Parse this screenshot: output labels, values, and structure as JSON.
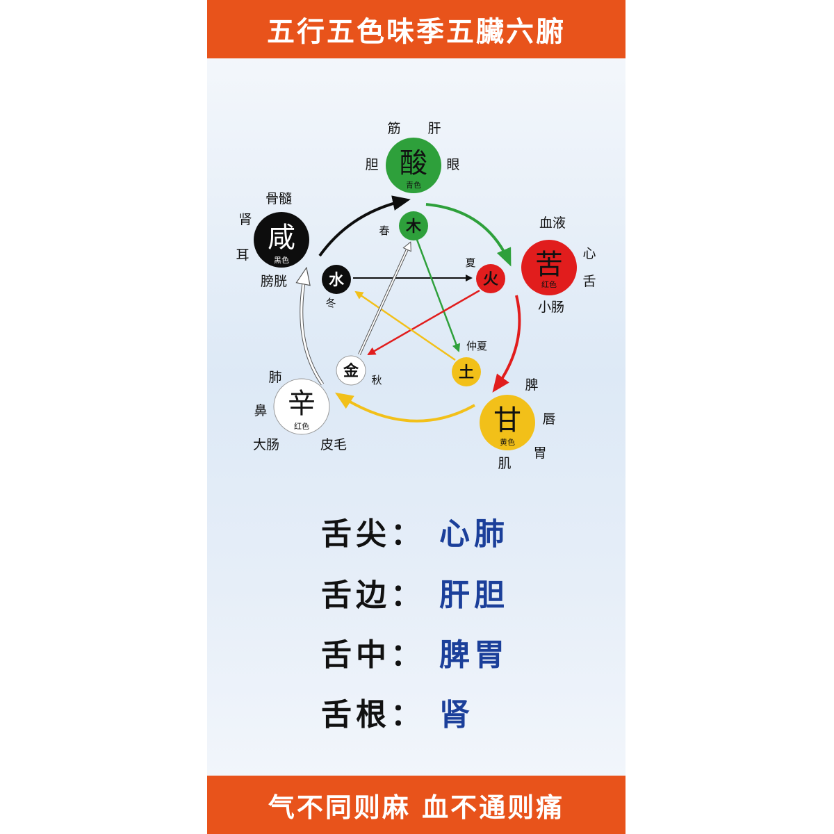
{
  "header": {
    "title": "五行五色味季五臟六腑"
  },
  "footer": {
    "motto": "气不同则麻 血不通则痛"
  },
  "colors": {
    "wood": "#2ea03b",
    "fire": "#e11d1d",
    "earth": "#f2c019",
    "metal": "#ffffff",
    "water": "#0d0d0d",
    "banner": "#e8531b",
    "value_text": "#1b3f9a"
  },
  "diagram": {
    "wood": {
      "taste": "酸",
      "color_name": "青色",
      "element": "木",
      "season": "春",
      "organs": {
        "top_left": "筋",
        "top_right": "肝",
        "left": "胆",
        "right": "眼"
      }
    },
    "fire": {
      "taste": "苦",
      "color_name": "红色",
      "element": "火",
      "season": "夏",
      "organs": {
        "top": "血液",
        "right_top": "心",
        "right_bottom": "舌",
        "bottom": "小肠"
      }
    },
    "earth": {
      "taste": "甘",
      "color_name": "黄色",
      "element": "土",
      "season": "仲夏",
      "organs": {
        "top_right": "脾",
        "right": "唇",
        "bottom_right": "胃",
        "bottom": "肌"
      }
    },
    "metal": {
      "taste": "辛",
      "color_name": "红色",
      "element": "金",
      "season": "秋",
      "organs": {
        "top": "肺",
        "left": "鼻",
        "bottom_left": "大肠",
        "bottom_right": "皮毛"
      }
    },
    "water": {
      "taste": "咸",
      "color_name": "黑色",
      "element": "水",
      "season": "冬",
      "organs": {
        "top": "骨髓",
        "left_top": "肾",
        "left_bottom": "耳",
        "bottom": "膀胱"
      }
    }
  },
  "tongue_map": [
    {
      "label": "舌尖",
      "value": "心肺"
    },
    {
      "label": "舌边",
      "value": "肝胆"
    },
    {
      "label": "舌中",
      "value": "脾胃"
    },
    {
      "label": "舌根",
      "value": "肾"
    }
  ],
  "colon": "："
}
